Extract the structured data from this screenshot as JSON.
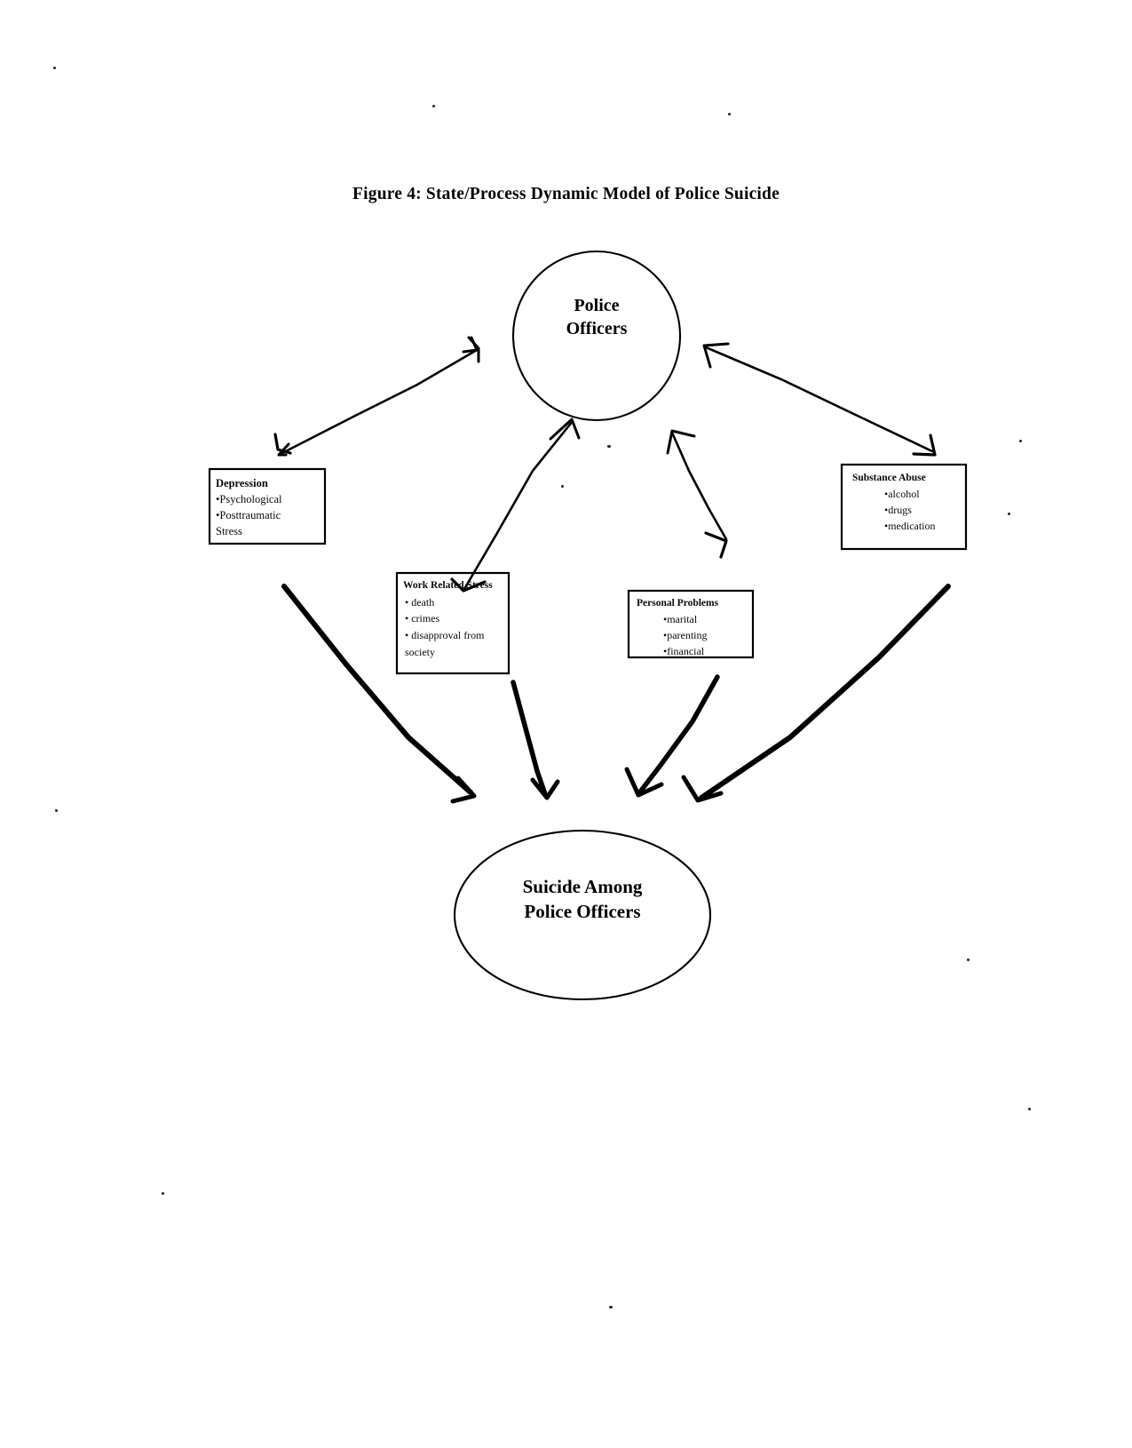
{
  "figure": {
    "title": "Figure 4: State/Process Dynamic Model of Police Suicide"
  },
  "nodes": {
    "police_officers": {
      "line1": "Police",
      "line2": "Officers",
      "shape": "circle"
    },
    "suicide": {
      "line1": "Suicide Among",
      "line2": "Police Officers",
      "shape": "ellipse"
    }
  },
  "boxes": {
    "depression": {
      "title": "Depression",
      "items": [
        "•Psychological",
        "•Posttraumatic",
        "Stress"
      ]
    },
    "work_related_stress": {
      "title": "Work Related Stress",
      "items": [
        "• death",
        "• crimes",
        "• disapproval from",
        "society"
      ]
    },
    "personal_problems": {
      "title": "Personal Problems",
      "items": [
        "•marital",
        "•parenting",
        "•financial"
      ]
    },
    "substance_abuse": {
      "title": "Substance Abuse",
      "items": [
        "•alcohol",
        "•drugs",
        "•medication"
      ]
    }
  },
  "edges": [
    {
      "name": "police-officers-depression",
      "type": "double-headed",
      "from": "police_officers",
      "to": "depression"
    },
    {
      "name": "police-officers-work-related-stress",
      "type": "double-headed",
      "from": "police_officers",
      "to": "work_related_stress"
    },
    {
      "name": "police-officers-personal-problems",
      "type": "double-headed",
      "from": "police_officers",
      "to": "personal_problems"
    },
    {
      "name": "police-officers-substance-abuse",
      "type": "double-headed",
      "from": "police_officers",
      "to": "substance_abuse"
    },
    {
      "name": "depression-suicide",
      "type": "single-headed",
      "from": "depression",
      "to": "suicide"
    },
    {
      "name": "work-related-stress-suicide",
      "type": "single-headed",
      "from": "work_related_stress",
      "to": "suicide"
    },
    {
      "name": "personal-problems-suicide",
      "type": "single-headed",
      "from": "personal_problems",
      "to": "suicide"
    },
    {
      "name": "substance-abuse-suicide",
      "type": "single-headed",
      "from": "substance_abuse",
      "to": "suicide"
    }
  ],
  "colors": {
    "ink": "#000000",
    "paper": "#ffffff"
  }
}
